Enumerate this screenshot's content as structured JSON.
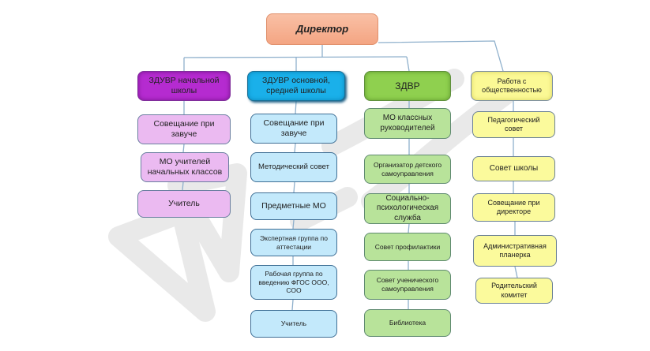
{
  "diagram": {
    "root": {
      "label": "Директор"
    },
    "branches": [
      {
        "id": "purple",
        "color": "#b52bd0",
        "head": "ЗДУВР начальной школы",
        "children": [
          "Совещание при завуче",
          "МО учителей начальных классов",
          "Учитель"
        ]
      },
      {
        "id": "blue",
        "color": "#1ab0ea",
        "head": "ЗДУВР основной, средней школы",
        "children": [
          "Совещание при завуче",
          "Методический совет",
          "Предметные МО",
          "Экспертная группа по аттестации",
          "Рабочая группа по введению ФГОС ООО, СОО",
          "Учитель"
        ]
      },
      {
        "id": "green",
        "color": "#8fd04f",
        "head": "ЗДВР",
        "children": [
          "МО классных руководителей",
          "Организатор детского самоуправления",
          "Социально-психологическая служба",
          "Совет профилактики",
          "Совет ученического самоуправления",
          "Библиотека"
        ]
      },
      {
        "id": "yellow",
        "color": "#fbf995",
        "head": "Работа с общественностью",
        "children": [
          "Педагогический совет",
          "Совет школы",
          "Совещание при директоре",
          "Административная планерка",
          "Родительский комитет"
        ]
      }
    ]
  },
  "colors": {
    "connector": "#8fb0cc",
    "director_fill": "#f4a583",
    "watermark": "#d9d9d9"
  }
}
